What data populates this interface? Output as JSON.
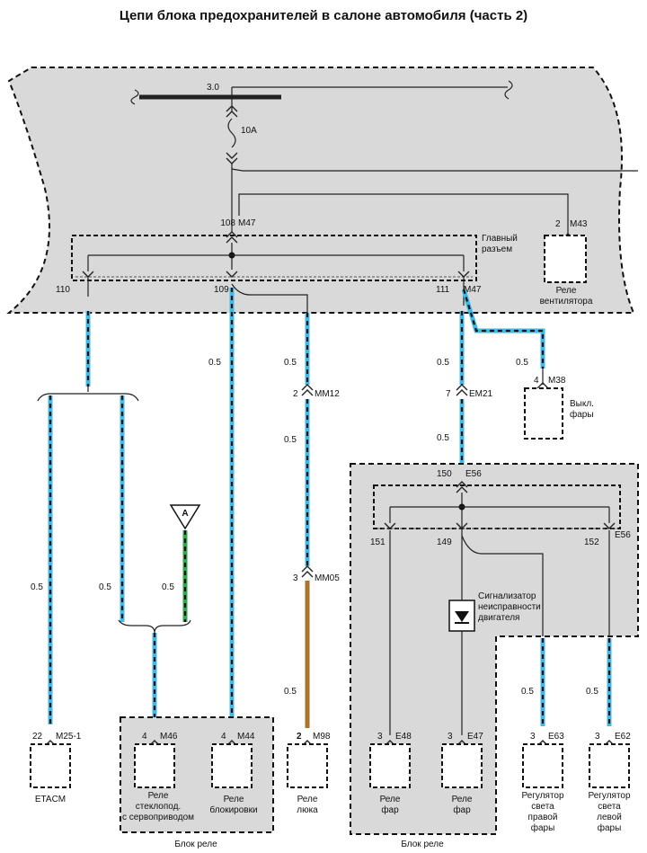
{
  "title": "Цепи блока предохранителей в салоне автомобиля (часть 2)",
  "fuse": {
    "bus": "3.0",
    "rating": "10A"
  },
  "main_connector": {
    "label_line1": "Главный",
    "label_line2": "разъем",
    "pin_top": "108",
    "pin_top_conn": "M47",
    "pin_left": "110",
    "pin_mid": "109",
    "pin_right": "111",
    "pin_right_conn": "M47"
  },
  "fan_relay": {
    "pin": "2",
    "conn": "M43",
    "label_line1": "Реле",
    "label_line2": "вентилятора"
  },
  "wire_sizes": {
    "etacm": "0.5",
    "window": "0.5",
    "ground_a": "0.5",
    "m44": "0.5",
    "mm12_top": "0.5",
    "mm12_bottom": "0.5",
    "m98": "0.5",
    "em21_top": "0.5",
    "em21_bottom": "0.5",
    "m38": "0.5",
    "e63": "0.5",
    "e62": "0.5"
  },
  "ground": {
    "label": "A"
  },
  "connectors": {
    "mm12": {
      "pin": "2",
      "name": "MM12"
    },
    "mm05": {
      "pin": "3",
      "name": "MM05"
    },
    "em21": {
      "pin": "7",
      "name": "EM21"
    },
    "m38": {
      "pin": "4",
      "name": "M38"
    }
  },
  "headlamp_switch": {
    "label_line1": "Выкл.",
    "label_line2": "фары"
  },
  "engine_block": {
    "pin_top": "150",
    "pin_top_conn": "E56",
    "pin_left": "151",
    "pin_mid": "149",
    "pin_right": "152",
    "pin_right_conn": "E56",
    "indicator_line1": "Сигнализатор",
    "indicator_line2": "неисправности",
    "indicator_line3": "двигателя"
  },
  "components": {
    "etacm": {
      "pin": "22",
      "conn": "M25-1",
      "label": "ETACM"
    },
    "window_relay": {
      "pin": "4",
      "conn": "M46",
      "line1": "Реле",
      "line2": "стеклопод.",
      "line3": "с сервоприводом"
    },
    "lock_relay": {
      "pin": "4",
      "conn": "M44",
      "line1": "Реле",
      "line2": "блокировки"
    },
    "sunroof_relay": {
      "pin": "2",
      "conn": "M98",
      "line1": "Реле",
      "line2": "люка"
    },
    "head_relay_1": {
      "pin": "3",
      "conn": "E48",
      "line1": "Реле",
      "line2": "фар"
    },
    "head_relay_2": {
      "pin": "3",
      "conn": "E47",
      "line1": "Реле",
      "line2": "фар"
    },
    "reg_right": {
      "pin": "3",
      "conn": "E63",
      "line1": "Регулятор",
      "line2": "света",
      "line3": "правой",
      "line4": "фары"
    },
    "reg_left": {
      "pin": "3",
      "conn": "E62",
      "line1": "Регулятор",
      "line2": "света",
      "line3": "левой",
      "line4": "фары"
    }
  },
  "group_labels": {
    "relay_block_left": "Блок реле",
    "relay_block_right": "Блок реле"
  }
}
